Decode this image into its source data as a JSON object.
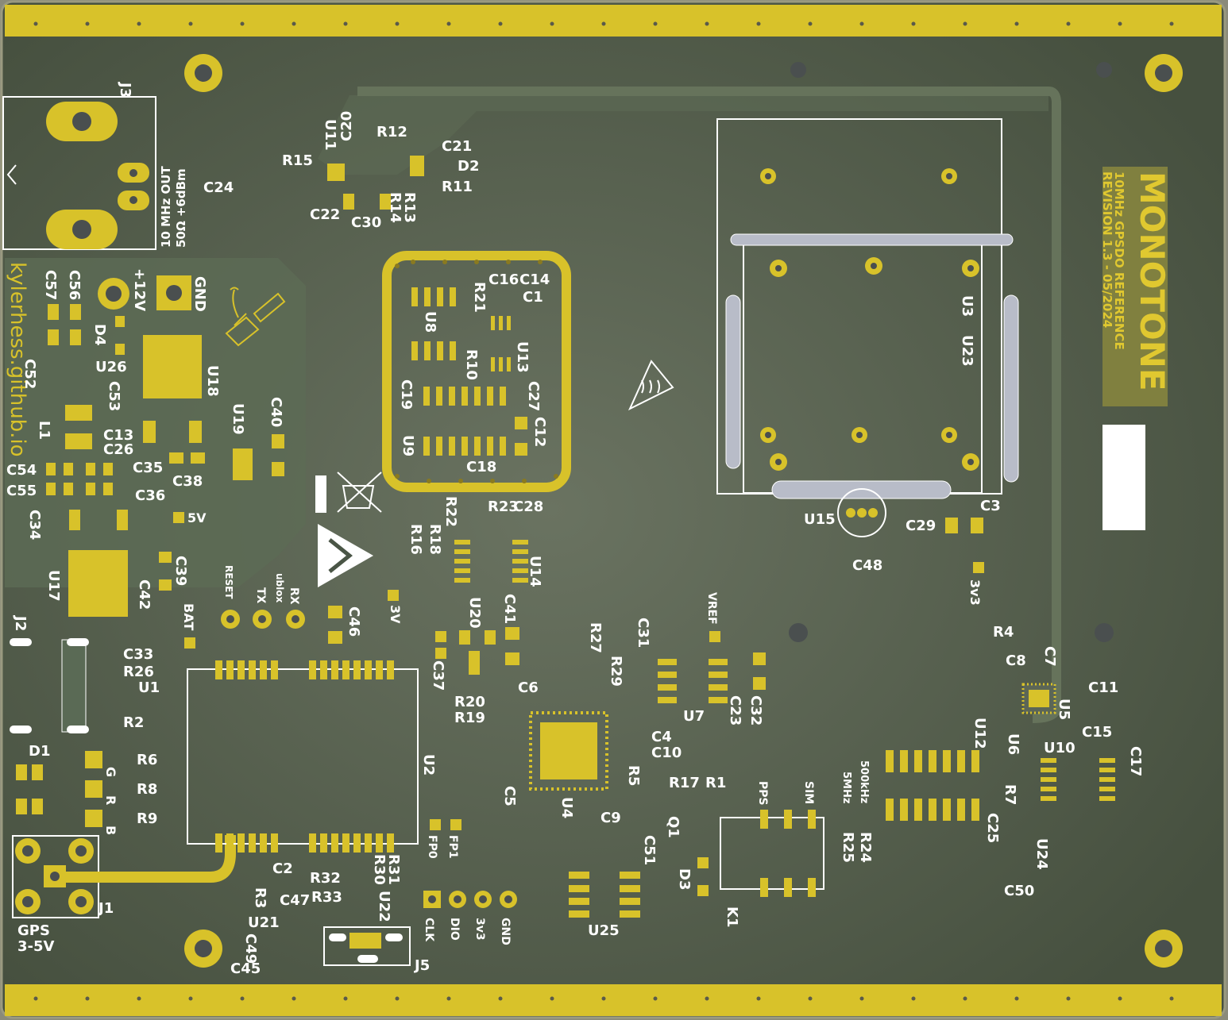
{
  "board": {
    "brand": {
      "title": "MONOTONE",
      "subtitle": "10MHz GPSDO REFERENCE",
      "revision": "REVISION 1.3 - 05/2024"
    },
    "url": "kylerhess.github.io",
    "rf_output": "10 MHz OUT",
    "rf_output_spec": "50Ω +6dBm",
    "gps_input": [
      "GPS",
      "3-5V"
    ],
    "power_labels": {
      "plus12v": "+12V",
      "gnd": "GND"
    },
    "test_points": {
      "v5": "5V",
      "bat": "BAT",
      "reset": "RESET",
      "tx": "TX",
      "ublox": "ublox",
      "rx": "RX",
      "v3": "3V",
      "vref": "VREF",
      "v3v3": "3v3",
      "fp0": "FP0",
      "fp1": "FP1",
      "pps": "PPS",
      "sim": "SIM",
      "hz500k": "500kHz",
      "mhz5": "5MHz"
    },
    "debug_header": [
      "CLK",
      "DIO",
      "3v3",
      "GND"
    ],
    "led_labels": [
      "G",
      "R",
      "B"
    ]
  },
  "colors": {
    "pcb": "#4a5546",
    "copper_pour": "#5a6753",
    "pad": "#d8c22a",
    "silk": "#ffffff",
    "shield": "#60695b",
    "logo_panel": "#80803f"
  },
  "refs": {
    "J3": "J3",
    "C20": "C20",
    "R12": "R12",
    "C21": "C21",
    "U11": "U11",
    "R15": "R15",
    "D2": "D2",
    "R11": "R11",
    "C24": "C24",
    "C22": "C22",
    "C30": "C30",
    "R14": "R14",
    "R13": "R13",
    "C57": "C57",
    "C56": "C56",
    "D4": "D4",
    "C52": "C52",
    "U26": "U26",
    "C53": "C53",
    "U18": "U18",
    "L1": "L1",
    "C13": "C13",
    "C26": "C26",
    "C35": "C35",
    "C38": "C38",
    "U19": "U19",
    "C40": "C40",
    "C54": "C54",
    "C55": "C55",
    "C36": "C36",
    "C34": "C34",
    "U17": "U17",
    "C39": "C39",
    "C42": "C42",
    "C16": "C16",
    "C14": "C14",
    "C1": "C1",
    "R21": "R21",
    "U8": "U8",
    "U13": "U13",
    "R10": "R10",
    "C19": "C19",
    "C27": "C27",
    "C12": "C12",
    "U9": "U9",
    "C18": "C18",
    "R22": "R22",
    "R23": "R23",
    "C28": "C28",
    "R16": "R16",
    "R18": "R18",
    "U14": "U14",
    "U20": "U20",
    "C41": "C41",
    "C37": "C37",
    "C46": "C46",
    "U3": "U3",
    "U23": "U23",
    "U15": "U15",
    "C48": "C48",
    "C3": "C3",
    "C29": "C29",
    "J2": "J2",
    "C33": "C33",
    "R26": "R26",
    "U1": "U1",
    "R2": "R2",
    "D1": "D1",
    "R6": "R6",
    "R8": "R8",
    "R9": "R9",
    "J1": "J1",
    "U2": "U2",
    "C2": "C2",
    "R32": "R32",
    "R3": "R3",
    "R31": "R31",
    "R30": "R30",
    "C47": "C47",
    "R33": "R33",
    "U22": "U22",
    "U21": "U21",
    "C49": "C49",
    "C45": "C45",
    "J5": "J5",
    "R27": "R27",
    "C31": "C31",
    "R29": "R29",
    "U7": "U7",
    "C23": "C23",
    "C32": "C32",
    "C6": "C6",
    "R20": "R20",
    "R19": "R19",
    "C4": "C4",
    "C10": "C10",
    "R5": "R5",
    "U4": "U4",
    "C9": "C9",
    "C5": "C5",
    "R17": "R17",
    "R1": "R1",
    "Q1": "Q1",
    "D3": "D3",
    "K1": "K1",
    "C51": "C51",
    "U25": "U25",
    "R4": "R4",
    "C8": "C8",
    "C7": "C7",
    "C11": "C11",
    "U5": "U5",
    "U12": "U12",
    "U6": "U6",
    "U10": "U10",
    "C15": "C15",
    "C17": "C17",
    "R7": "R7",
    "C25": "C25",
    "R25": "R25",
    "R24": "R24",
    "U24": "U24",
    "C50": "C50"
  }
}
